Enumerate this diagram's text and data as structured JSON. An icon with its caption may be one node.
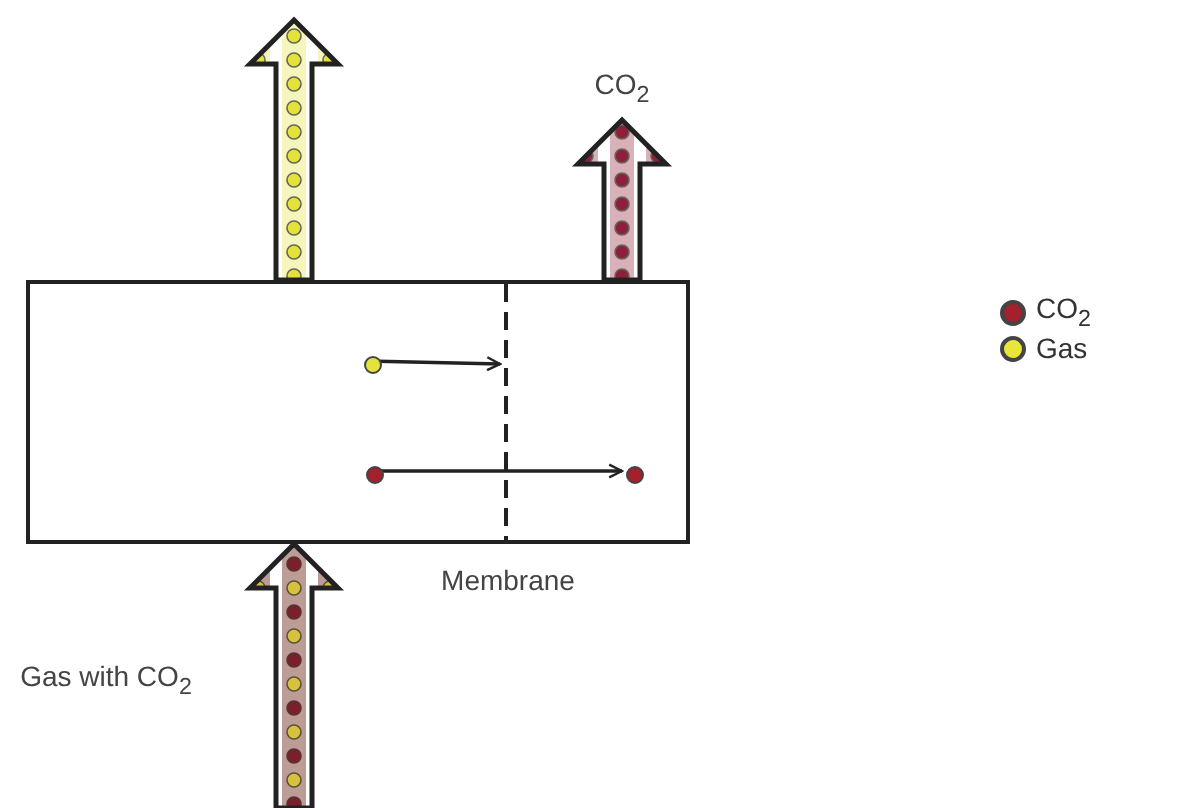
{
  "diagram": {
    "nodes": [
      {
        "text": [],
        "shape": "box"
      },
      {
        "text": [],
        "shape": "circle",
        "in": 0
      },
      {
        "text": [],
        "shape": "circle",
        "in": 0
      },
      {
        "text": [],
        "shape": "circle",
        "in": 0
      }
    ],
    "edges": [
      {
        "from": null,
        "to": 0,
        "arrow": "to",
        "label": "Gas with CO$_{2}$",
        "style": "thick"
      },
      {
        "from": 0,
        "to": null,
        "arrow": "to",
        "style": "thick",
        "color": "#e4e23c"
      },
      {
        "from": 0,
        "to": null,
        "arrow": "to",
        "label": "CO$_{2}$",
        "style": "thick",
        "color": "#8e1f3c"
      },
      {
        "from": 1,
        "to": null,
        "arrow": "to"
      },
      {
        "from": 2,
        "to": 3,
        "arrow": "to"
      }
    ],
    "labels": [
      "Membrane"
    ],
    "legend": [
      {
        "text": "CO$_{2}$",
        "color": "#a3202c"
      },
      {
        "text": "Gas",
        "color": "#e8e63a"
      }
    ]
  }
}
